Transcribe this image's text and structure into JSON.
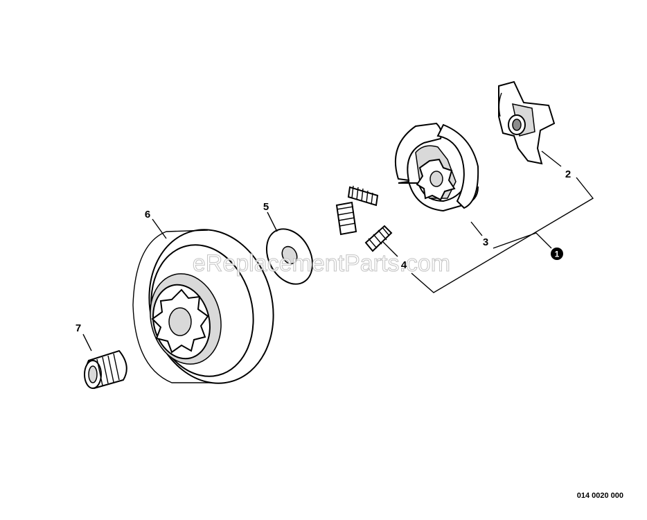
{
  "callouts": {
    "c1": "1",
    "c2": "2",
    "c3": "3",
    "c4": "4",
    "c5": "5",
    "c6": "6",
    "c7": "7"
  },
  "watermark": "eReplacementParts.com",
  "figure_code": "014 0020 000",
  "colors": {
    "line": "#000000",
    "shade": "#d9d9d9",
    "watermark_outline": "#bdbdbd"
  }
}
